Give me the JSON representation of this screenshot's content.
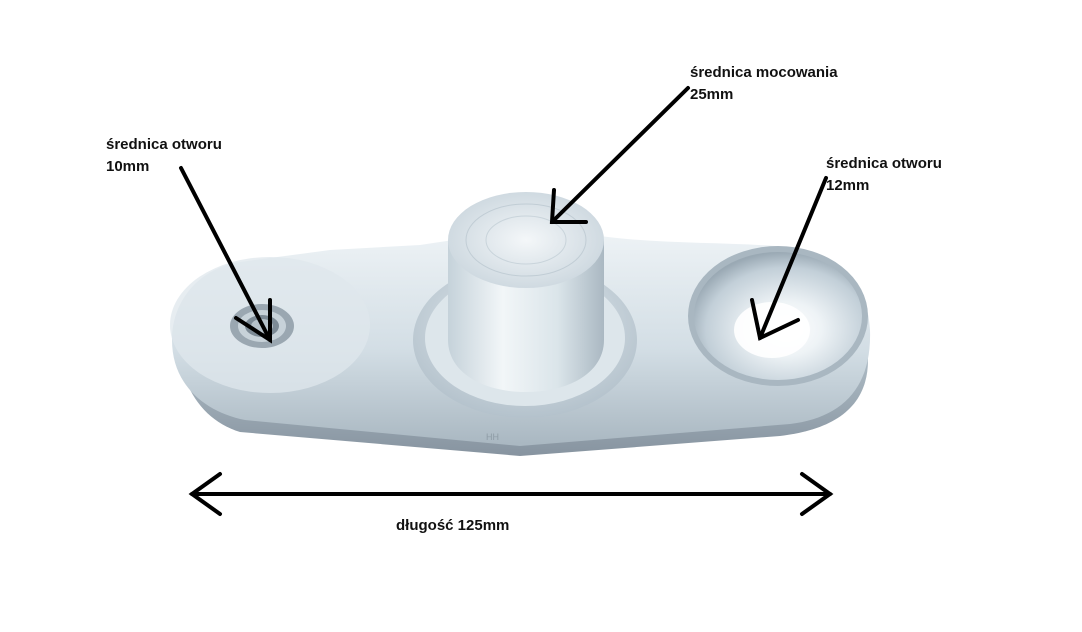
{
  "annotations": {
    "left_hole": {
      "line1": "średnica otworu",
      "line2": "10mm"
    },
    "mount": {
      "line1": "średnica mocowania",
      "line2": "25mm"
    },
    "right_hole": {
      "line1": "średnica otworu",
      "line2": "12mm"
    },
    "length": {
      "text": "długość 125mm"
    }
  },
  "colors": {
    "metal_light": "#e6eef3",
    "metal_mid": "#c9d6de",
    "metal_dark": "#8d9ba6",
    "arrow": "#000000"
  }
}
